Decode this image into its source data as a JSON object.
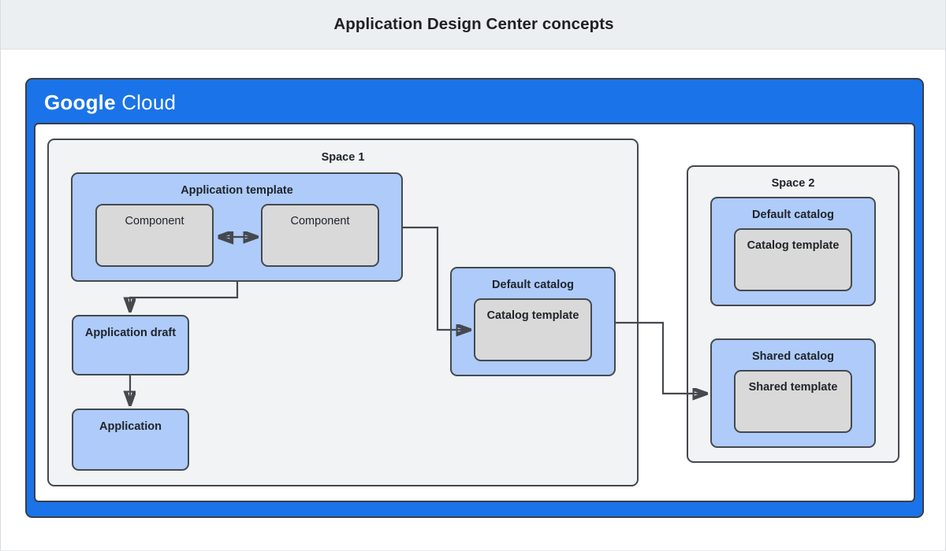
{
  "header": {
    "title": "Application Design Center concepts",
    "background": "#eceff1"
  },
  "colors": {
    "google_blue": "#1a73e8",
    "blue_group": "#aecbfa",
    "grey_node": "#d9d9d9",
    "space_bg": "#f1f3f4",
    "stroke": "#45494e",
    "canvas": "#ffffff"
  },
  "shell": {
    "brand_strong": "Google",
    "brand_light": "Cloud"
  },
  "diagram": {
    "type": "block-diagram",
    "spaces": [
      {
        "id": "space1",
        "label": "Space 1",
        "groups": [
          {
            "id": "app-template",
            "label": "Application template",
            "style": "blue",
            "children": [
              {
                "id": "component-1",
                "label": "Component",
                "style": "grey"
              },
              {
                "id": "component-2",
                "label": "Component",
                "style": "grey"
              }
            ]
          },
          {
            "id": "default-catalog-1",
            "label": "Default catalog",
            "style": "blue",
            "children": [
              {
                "id": "catalog-template-1",
                "label": "Catalog template",
                "style": "grey"
              }
            ]
          }
        ],
        "nodes": [
          {
            "id": "app-draft",
            "label": "Application draft",
            "style": "blue"
          },
          {
            "id": "application",
            "label": "Application",
            "style": "blue"
          }
        ]
      },
      {
        "id": "space2",
        "label": "Space 2",
        "groups": [
          {
            "id": "default-catalog-2",
            "label": "Default catalog",
            "style": "blue",
            "children": [
              {
                "id": "catalog-template-2",
                "label": "Catalog template",
                "style": "grey"
              }
            ]
          },
          {
            "id": "shared-catalog",
            "label": "Shared catalog",
            "style": "blue",
            "children": [
              {
                "id": "shared-template",
                "label": "Shared template",
                "style": "grey"
              }
            ]
          }
        ],
        "groups_count": 2
      }
    ],
    "connectors": [
      {
        "id": "component-to-component",
        "from": "component-1",
        "to": "component-2",
        "arrows": "both",
        "label": ""
      },
      {
        "id": "app-template-to-app-draft",
        "from": "app-template",
        "to": "app-draft",
        "arrows": "end",
        "label": ""
      },
      {
        "id": "app-draft-to-application",
        "from": "app-draft",
        "to": "application",
        "arrows": "end",
        "label": ""
      },
      {
        "id": "app-template-to-catalog-template",
        "from": "app-template",
        "to": "catalog-template-1",
        "arrows": "end",
        "label": ""
      },
      {
        "id": "default-catalog-to-shared-catalog",
        "from": "default-catalog-1",
        "to": "shared-catalog",
        "arrows": "end",
        "label": ""
      }
    ]
  }
}
